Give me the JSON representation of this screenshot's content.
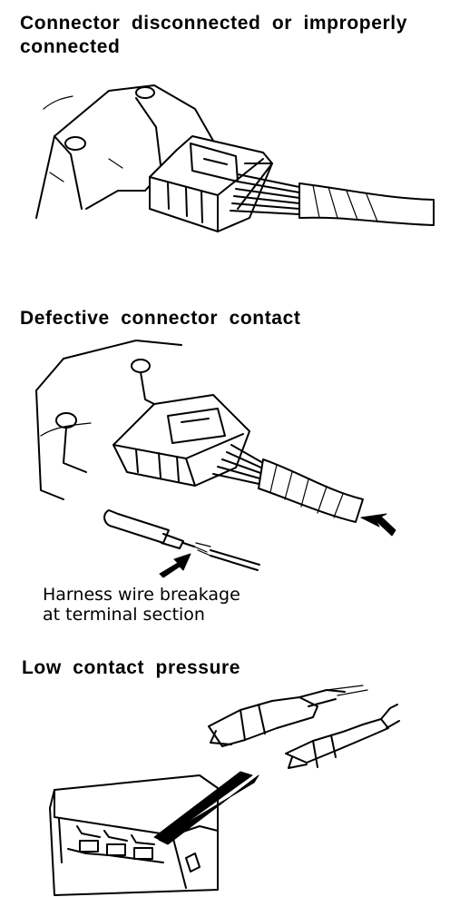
{
  "sections": [
    {
      "title_line1": "Connector disconnected or improperly",
      "title_line2": "connected"
    },
    {
      "title": "Defective connector contact",
      "callout_line1": "Harness wire breakage",
      "callout_line2": "at terminal section"
    },
    {
      "title": "Low contact pressure"
    }
  ]
}
